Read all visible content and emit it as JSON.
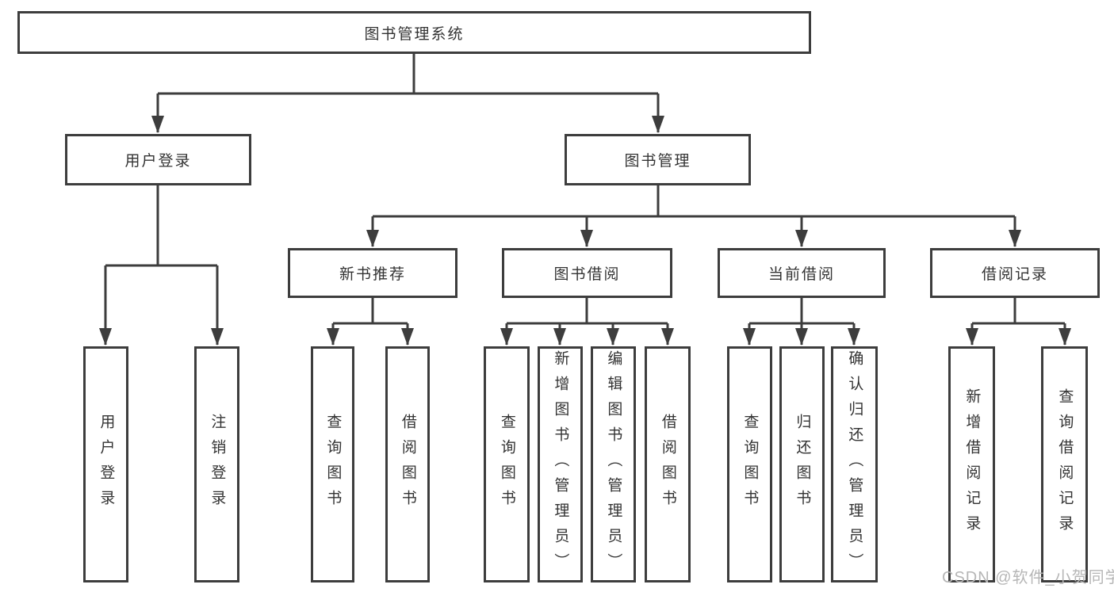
{
  "diagram": {
    "root": {
      "label": "图书管理系统"
    },
    "level2": [
      {
        "id": "user-login",
        "label": "用户登录"
      },
      {
        "id": "book-management",
        "label": "图书管理"
      }
    ],
    "level3": [
      {
        "id": "new-book-recommend",
        "label": "新书推荐",
        "parent": "图书管理"
      },
      {
        "id": "book-borrowing",
        "label": "图书借阅",
        "parent": "图书管理"
      },
      {
        "id": "current-borrowing",
        "label": "当前借阅",
        "parent": "图书管理"
      },
      {
        "id": "borrowing-records",
        "label": "借阅记录",
        "parent": "图书管理"
      }
    ],
    "leaves": [
      {
        "label": "用户登录",
        "parent": "用户登录"
      },
      {
        "label": "注销登录",
        "parent": "用户登录"
      },
      {
        "label": "查询图书",
        "parent": "新书推荐"
      },
      {
        "label": "借阅图书",
        "parent": "新书推荐"
      },
      {
        "label": "查询图书",
        "parent": "图书借阅"
      },
      {
        "label": "新增图书（管理员）",
        "parent": "图书借阅"
      },
      {
        "label": "编辑图书（管理员）",
        "parent": "图书借阅"
      },
      {
        "label": "借阅图书",
        "parent": "图书借阅"
      },
      {
        "label": "查询图书",
        "parent": "当前借阅"
      },
      {
        "label": "归还图书",
        "parent": "当前借阅"
      },
      {
        "label": "确认归还（管理员）",
        "parent": "当前借阅"
      },
      {
        "label": "新增借阅记录",
        "parent": "借阅记录"
      },
      {
        "label": "查询借阅记录",
        "parent": "借阅记录"
      }
    ]
  },
  "watermark": "CSDN @软件_小贺同学",
  "colors": {
    "line": "#3d3d3d",
    "box_border": "#3d3d3d",
    "box_background": "#ffffff",
    "text": "#333333",
    "watermark_text": "#b6b6b6"
  }
}
